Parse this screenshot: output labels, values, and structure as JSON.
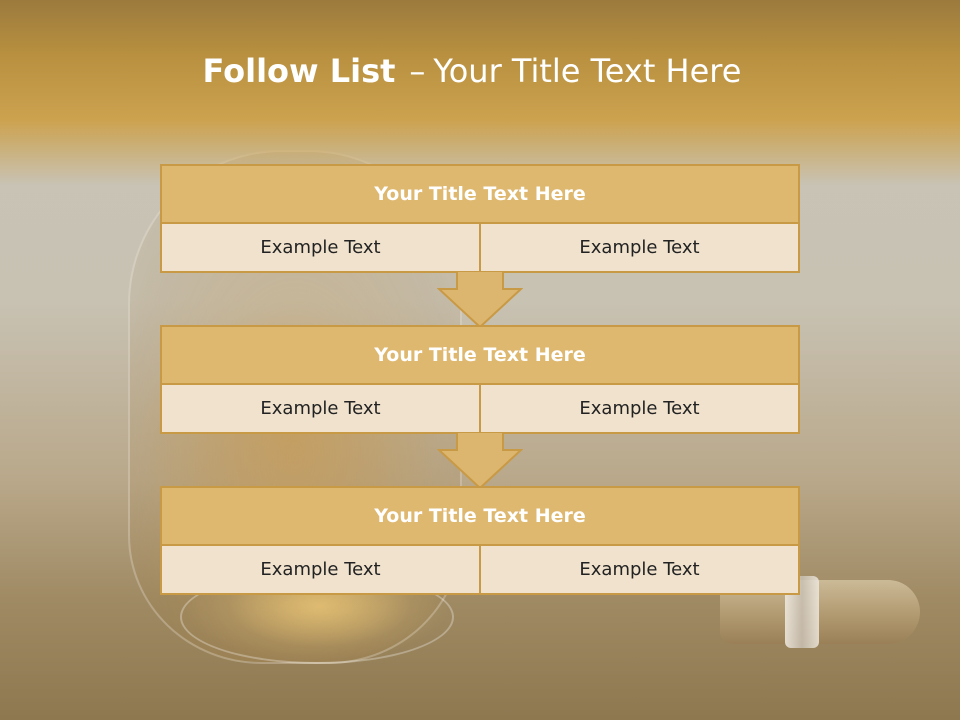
{
  "slide": {
    "title_bold": "Follow List",
    "title_dash": "–",
    "title_rest": "Your Title Text Here"
  },
  "steps": [
    {
      "title": "Your Title Text Here",
      "left": "Example Text",
      "right": "Example Text"
    },
    {
      "title": "Your Title Text Here",
      "left": "Example Text",
      "right": "Example Text"
    },
    {
      "title": "Your Title Text Here",
      "left": "Example Text",
      "right": "Example Text"
    }
  ],
  "colors": {
    "header_gold": "#cca24f",
    "block_head": "#dfb870",
    "block_body": "#f0e2cd",
    "border": "#c99a45",
    "arrow_fill": "#dcb56e"
  }
}
